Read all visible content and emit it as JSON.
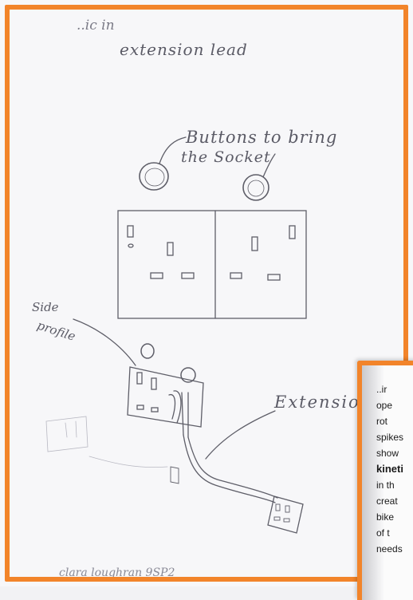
{
  "notes": {
    "top_line1": "..ic in",
    "top_line2": "extension lead",
    "buttons_line1": "Buttons to bring",
    "buttons_line2": "the Socket",
    "side_line1": "Side",
    "side_line2": "profile",
    "extension_label": "Extensio",
    "signature": "clara loughran 9SP2"
  },
  "sheet2": {
    "lines": [
      "..ir",
      "ope",
      "rot",
      "spikes",
      "show",
      "kineti",
      "in th",
      "creat",
      "bike",
      "of t",
      "needs"
    ]
  },
  "colors": {
    "frame": "#f2842a",
    "pencil": "#5b5b66",
    "paper": "#f7f7f9"
  }
}
